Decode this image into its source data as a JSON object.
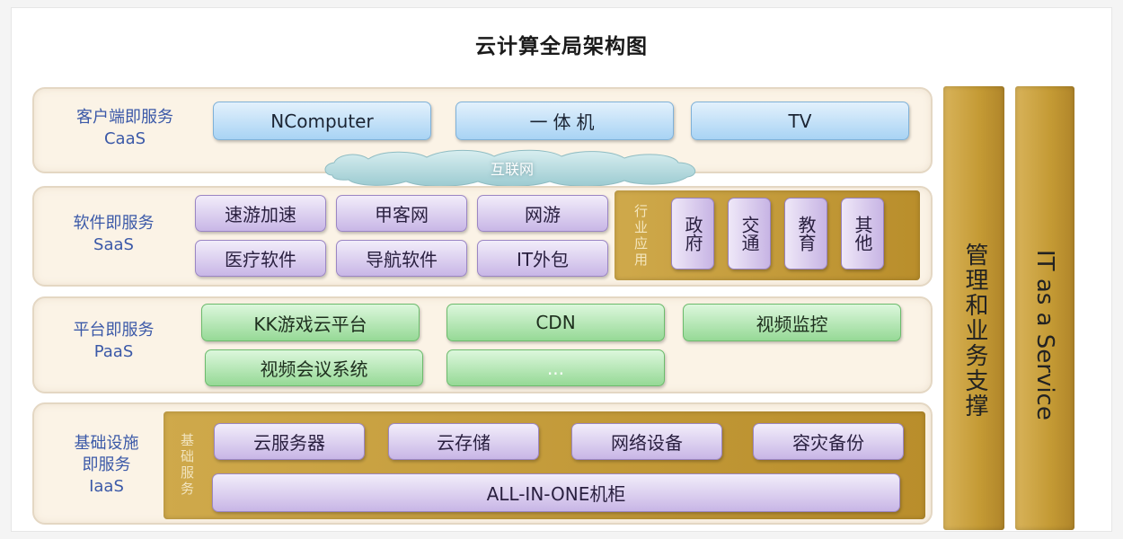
{
  "title": "云计算全局架构图",
  "colors": {
    "layer_bg": "#fbf3e6",
    "client_box": "#a8d3f4",
    "software_box": "#c8b6e6",
    "platform_box": "#96d996",
    "gold": "#c49a34",
    "label_text": "#3b59a8"
  },
  "caas": {
    "label_cn": "客户端即服务",
    "label_en": "CaaS",
    "items": [
      "NComputer",
      "一体机",
      "TV"
    ],
    "cloud_label": "互联网"
  },
  "saas": {
    "label_cn": "软件即服务",
    "label_en": "SaaS",
    "items_row1": [
      "速游加速",
      "甲客网",
      "网游"
    ],
    "items_row2": [
      "医疗软件",
      "导航软件",
      "IT外包"
    ],
    "industry_label": "行业应用",
    "industry_items": [
      "政府",
      "交通",
      "教育",
      "其他"
    ]
  },
  "paas": {
    "label_cn": "平台即服务",
    "label_en": "PaaS",
    "items_row1": [
      "KK游戏云平台",
      "CDN",
      "视频监控"
    ],
    "items_row2": [
      "视频会议系统",
      "..."
    ]
  },
  "iaas": {
    "label_cn_1": "基础设施",
    "label_cn_2": "即服务",
    "label_en": "IaaS",
    "panel_label": "基础服务",
    "items": [
      "云服务器",
      "云存储",
      "网络设备",
      "容灾备份"
    ],
    "bottom_item": "ALL-IN-ONE机柜"
  },
  "side": {
    "management": "管理和业务支撑",
    "itaas": "IT as a Service"
  }
}
